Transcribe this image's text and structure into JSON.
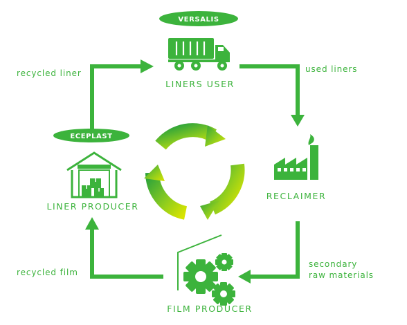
{
  "colors": {
    "green": "#3cb33c",
    "cycle_start": "#2fa43a",
    "cycle_end": "#d9e400"
  },
  "badges": {
    "versalis": "VERSALIS",
    "eceplast": "ECEPLAST"
  },
  "nodes": {
    "liners_user": {
      "label": "LINERS USER",
      "icon": "truck-icon"
    },
    "reclaimer": {
      "label": "RECLAIMER",
      "icon": "factory-icon"
    },
    "film_producer": {
      "label": "FILM PRODUCER",
      "icon": "gears-icon"
    },
    "liner_producer": {
      "label": "LINER PRODUCER",
      "icon": "warehouse-icon"
    }
  },
  "flows": {
    "used_liners": "used liners",
    "secondary_line1": "secondary",
    "secondary_line2": "raw materials",
    "recycled_film": "recycled film",
    "recycled_liner": "recycled liner"
  },
  "center_icon": "recycle-cycle-icon"
}
